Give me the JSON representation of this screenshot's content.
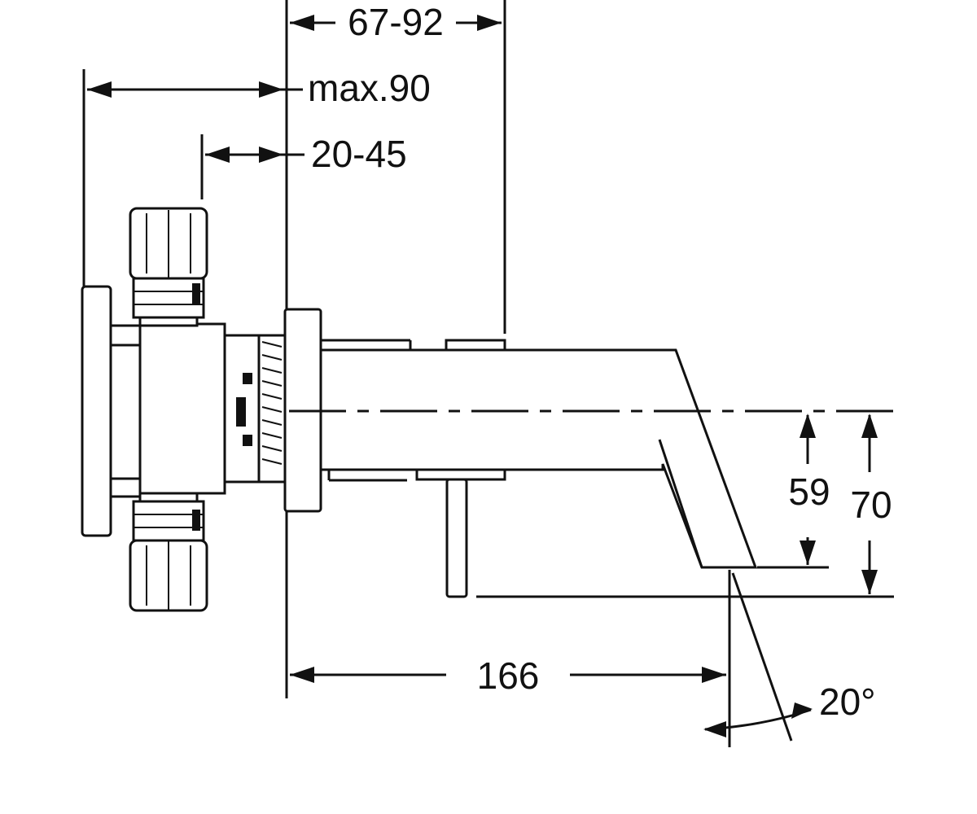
{
  "dimensions": {
    "wall_depth_range": "67-92",
    "max_depth": "max.90",
    "mount_depth_range": "20-45",
    "spout_height_inner": "59",
    "spout_height_outer": "70",
    "spout_reach": "166",
    "spout_angle": "20°"
  },
  "colors": {
    "line": "#111111",
    "background": "#ffffff"
  }
}
